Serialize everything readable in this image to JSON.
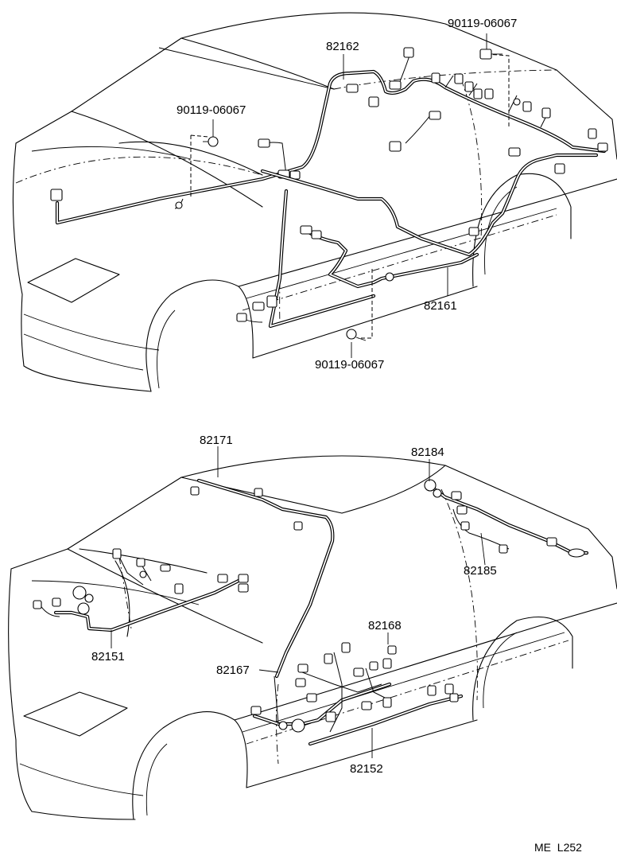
{
  "parts": {
    "harness_82162": "82162",
    "harness_82161": "82161",
    "clamp_top_right": "90119-06067",
    "clamp_top_left": "90119-06067",
    "clamp_bottom": "90119-06067",
    "harness_82171": "82171",
    "harness_82184": "82184",
    "harness_82185": "82185",
    "harness_82151": "82151",
    "harness_82168": "82168",
    "harness_82167": "82167",
    "harness_82152": "82152"
  },
  "footer": {
    "code": "ME  L252"
  }
}
